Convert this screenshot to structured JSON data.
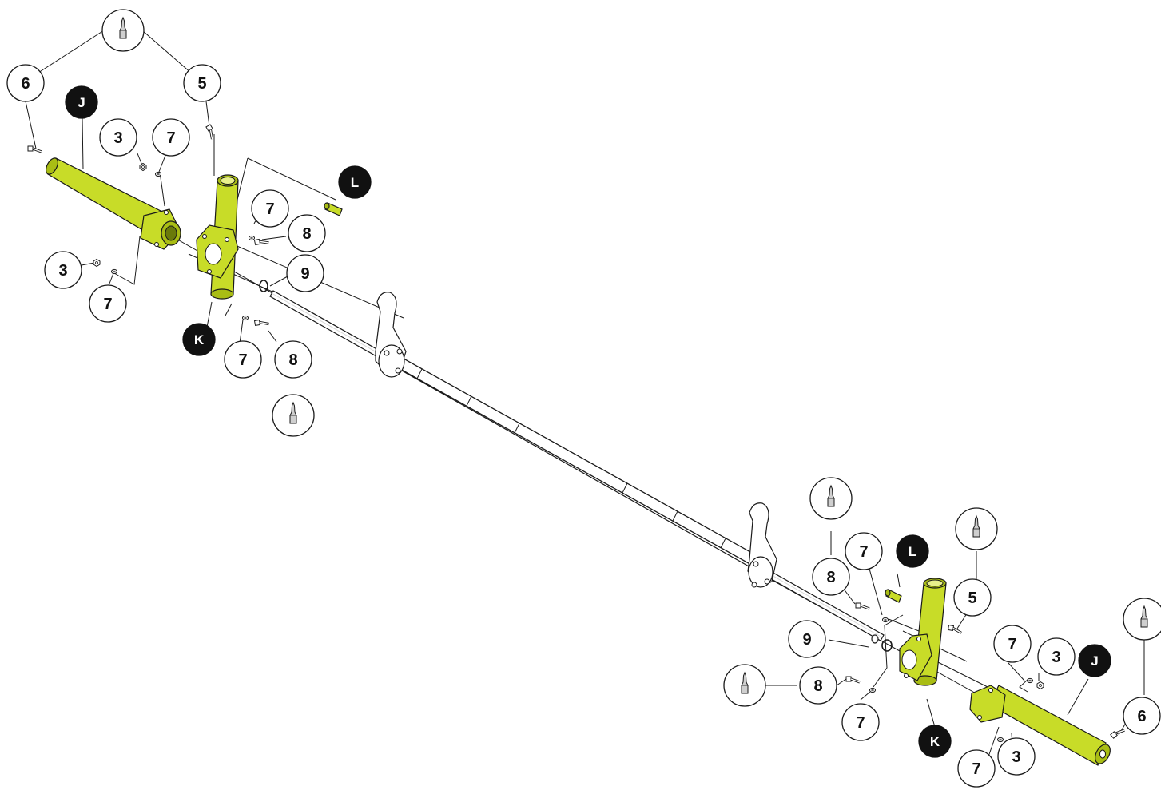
{
  "diagram": {
    "callouts": [
      {
        "id": "c-6-top",
        "label": "6",
        "style": "white"
      },
      {
        "id": "c-5-top",
        "label": "5",
        "style": "white"
      },
      {
        "id": "c-J-left",
        "label": "J",
        "style": "black"
      },
      {
        "id": "c-3-a",
        "label": "3",
        "style": "white"
      },
      {
        "id": "c-7-a",
        "label": "7",
        "style": "white"
      },
      {
        "id": "c-L-left",
        "label": "L",
        "style": "black"
      },
      {
        "id": "c-7-b",
        "label": "7",
        "style": "white"
      },
      {
        "id": "c-8-a",
        "label": "8",
        "style": "white"
      },
      {
        "id": "c-9-left",
        "label": "9",
        "style": "white"
      },
      {
        "id": "c-3-b",
        "label": "3",
        "style": "white"
      },
      {
        "id": "c-7-c",
        "label": "7",
        "style": "white"
      },
      {
        "id": "c-K-left",
        "label": "K",
        "style": "black"
      },
      {
        "id": "c-7-d",
        "label": "7",
        "style": "white"
      },
      {
        "id": "c-8-b",
        "label": "8",
        "style": "white"
      },
      {
        "id": "c-7-e",
        "label": "7",
        "style": "white"
      },
      {
        "id": "c-L-right",
        "label": "L",
        "style": "black"
      },
      {
        "id": "c-8-c",
        "label": "8",
        "style": "white"
      },
      {
        "id": "c-5-right",
        "label": "5",
        "style": "white"
      },
      {
        "id": "c-9-right",
        "label": "9",
        "style": "white"
      },
      {
        "id": "c-7-f",
        "label": "7",
        "style": "white"
      },
      {
        "id": "c-3-c",
        "label": "3",
        "style": "white"
      },
      {
        "id": "c-J-right",
        "label": "J",
        "style": "black"
      },
      {
        "id": "c-6-right",
        "label": "6",
        "style": "white"
      },
      {
        "id": "c-8-d",
        "label": "8",
        "style": "white"
      },
      {
        "id": "c-7-g",
        "label": "7",
        "style": "white"
      },
      {
        "id": "c-K-right",
        "label": "K",
        "style": "black"
      },
      {
        "id": "c-7-h",
        "label": "7",
        "style": "white"
      },
      {
        "id": "c-3-d",
        "label": "3",
        "style": "white"
      }
    ],
    "glue_icon": "threadlocker-bottle-icon",
    "colors": {
      "highlight_part": "#c8dc28",
      "line": "#1a1a1a",
      "callout_black": "#111111"
    }
  }
}
